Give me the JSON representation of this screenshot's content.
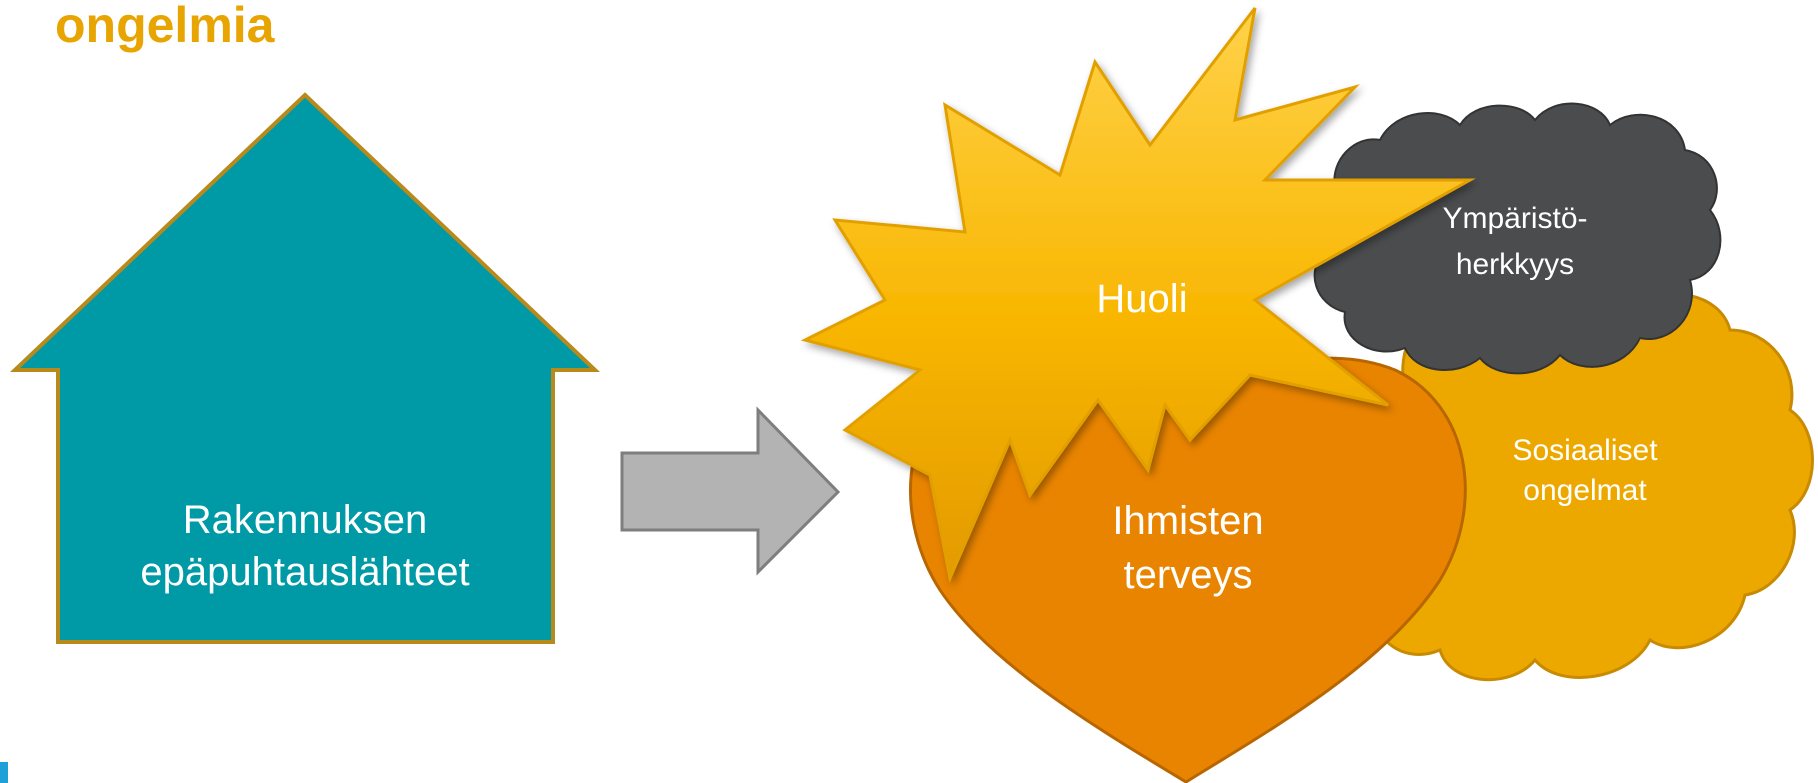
{
  "title": "ongelmia",
  "source": {
    "line1": "Rakennuksen",
    "line2": "epäpuhtauslähteet"
  },
  "outcomes": {
    "concern": "Huoli",
    "health_line1": "Ihmisten",
    "health_line2": "terveys",
    "sensitivity_line1": "Ympäristö-",
    "sensitivity_line2": "herkkyys",
    "social_line1": "Sosiaaliset",
    "social_line2": "ongelmat"
  },
  "colors": {
    "title": "#E8A400",
    "house": "#0099A6",
    "house_border": "#B88A1C",
    "arrow": "#B3B3B3",
    "heart": "#E98400",
    "star": "#F8B600",
    "dark_cloud": "#4A4C4E",
    "yellow_cloud": "#EDA800",
    "corner_mark": "#20A0D8"
  }
}
